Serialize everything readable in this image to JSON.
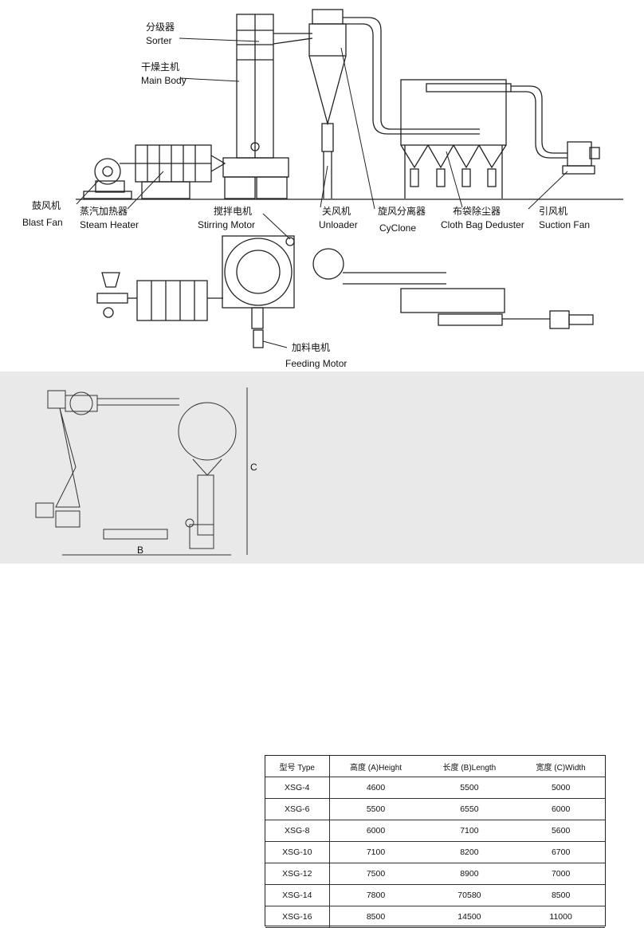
{
  "labels": {
    "sorter_cn": "分级器",
    "sorter_en": "Sorter",
    "main_body_cn": "干燥主机",
    "main_body_en": "Main Body",
    "blast_fan_cn": "鼓风机",
    "blast_fan_en": "Blast Fan",
    "steam_heater_cn": "蒸汽加热器",
    "steam_heater_en": "Steam Heater",
    "stirring_motor_cn": "搅拌电机",
    "stirring_motor_en": "Stirring Motor",
    "unloader_cn": "关风机",
    "unloader_en": "Unloader",
    "cyclone_cn": "旋风分离器",
    "cyclone_en": "CyClone",
    "cloth_bag_cn": "布袋除尘器",
    "cloth_bag_en": "Cloth Bag Deduster",
    "suction_fan_cn": "引风机",
    "suction_fan_en": "Suction Fan",
    "feeding_motor_cn": "加料电机",
    "feeding_motor_en": "Feeding Motor"
  },
  "dimensions": {
    "b": "B",
    "c": "C"
  },
  "spec_table": {
    "headers": [
      "型号 Type",
      "高度 (A)Height",
      "长度 (B)Length",
      "宽度 (C)Width"
    ],
    "rows": [
      [
        "XSG-4",
        "4600",
        "5500",
        "5000"
      ],
      [
        "XSG-6",
        "5500",
        "6550",
        "6000"
      ],
      [
        "XSG-8",
        "6000",
        "7100",
        "5600"
      ],
      [
        "XSG-10",
        "7100",
        "8200",
        "6700"
      ],
      [
        "XSG-12",
        "7500",
        "8900",
        "7000"
      ],
      [
        "XSG-14",
        "7800",
        "70580",
        "8500"
      ],
      [
        "XSG-16",
        "8500",
        "14500",
        "11000"
      ]
    ]
  },
  "colors": {
    "line": "#222222",
    "panel_bg": "#e9e9e9"
  }
}
